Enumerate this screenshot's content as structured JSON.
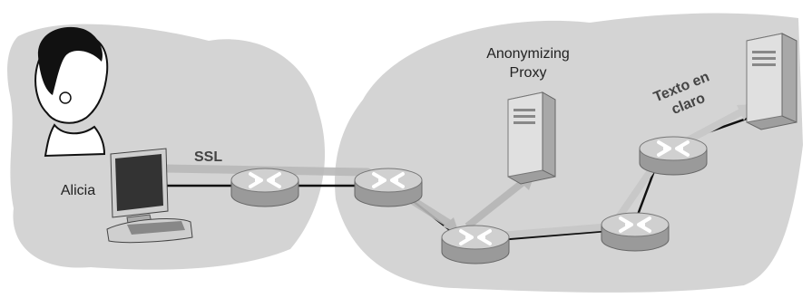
{
  "labels": {
    "user_name": "Alicia",
    "ssl": "SSL",
    "proxy_line1": "Anonymizing",
    "proxy_line2": "Proxy",
    "cleartext_line1": "Texto en",
    "cleartext_line2": "claro"
  },
  "colors": {
    "cloud": "#d4d4d4",
    "link": "#111111",
    "tunnel": "#b8b8b8",
    "router_top": "#cfcfcf",
    "router_side": "#9a9a9a",
    "server": "#d8d8d8"
  },
  "icons": [
    "user-avatar-icon",
    "desktop-computer-icon",
    "router-icon",
    "server-icon"
  ]
}
